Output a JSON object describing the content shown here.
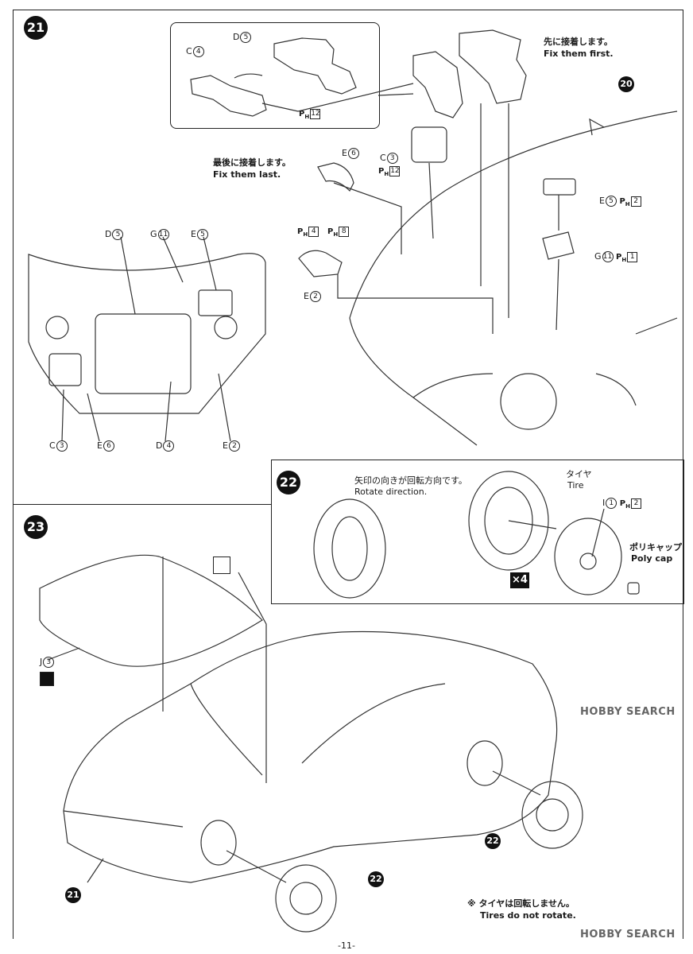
{
  "steps": {
    "s21": "21",
    "s20": "20",
    "s22": "22",
    "s23": "23"
  },
  "step21": {
    "inset_labels": {
      "d5": {
        "letter": "D",
        "num": "5"
      },
      "c4": {
        "letter": "C",
        "num": "4"
      },
      "ph12": {
        "num": "12"
      }
    },
    "note_first_jp": "先に接着します。",
    "note_first_en": "Fix them first.",
    "note_last_jp": "最後に接着します。",
    "note_last_en": "Fix them last.",
    "e6": {
      "letter": "E",
      "num": "6"
    },
    "c3": {
      "letter": "C",
      "num": "3"
    },
    "ph12b": {
      "num": "12"
    },
    "e5": {
      "letter": "E",
      "num": "5"
    },
    "ph2a": {
      "num": "2"
    },
    "g11": {
      "letter": "G",
      "num": "11"
    },
    "ph1": {
      "num": "1"
    },
    "ph4": {
      "num": "4"
    },
    "ph8": {
      "num": "8"
    },
    "e2": {
      "letter": "E",
      "num": "2"
    },
    "engine_top": {
      "d5": "D",
      "d5n": "5",
      "g11": "G",
      "g11n": "11",
      "e5": "E",
      "e5n": "5"
    },
    "engine_bottom": {
      "c3": "C",
      "c3n": "3",
      "e6": "E",
      "e6n": "6",
      "d4": "D",
      "d4n": "4",
      "e2": "E",
      "e2n": "2"
    }
  },
  "step22": {
    "rotate_jp": "矢印の向きが回転方向です。",
    "rotate_en": "Rotate direction.",
    "tire_jp": "タイヤ",
    "tire_en": "Tire",
    "i1": {
      "letter": "I",
      "num": "1"
    },
    "ph2": {
      "num": "2"
    },
    "polycap_jp": "ポリキャップ",
    "polycap_en": "Poly cap",
    "qty": "×4"
  },
  "step23": {
    "j3": {
      "letter": "J",
      "num": "3"
    },
    "note_jp": "※ タイヤは回転しません。",
    "note_en": "Tires do not rotate."
  },
  "page_number": "-11-",
  "watermark": "HOBBY SEARCH"
}
